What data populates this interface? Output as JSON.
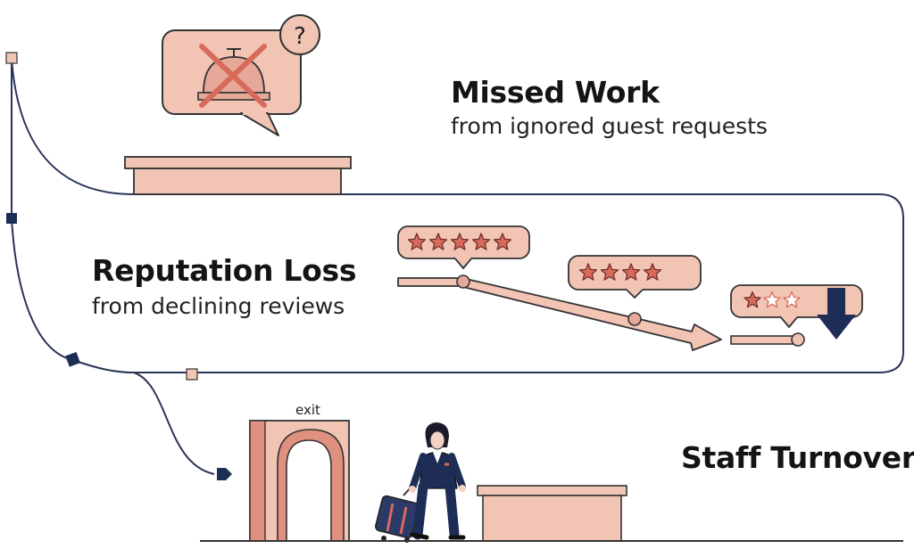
{
  "sections": [
    {
      "title": "Missed Work",
      "subtitle": "from ignored guest requests"
    },
    {
      "title": "Reputation Loss",
      "subtitle": "from declining reviews"
    },
    {
      "title": "Staff Turnover",
      "subtitle": ""
    }
  ],
  "door_label": "exit",
  "question_mark": "?",
  "review_ratings": [
    {
      "filled": 5,
      "total": 5
    },
    {
      "filled": 4,
      "total": 4
    },
    {
      "filled": 1,
      "total": 3
    }
  ],
  "icons": [
    "service-bell-icon",
    "cross-out-icon",
    "question-icon",
    "star-icon",
    "down-arrow-icon",
    "door-icon",
    "employee-icon",
    "suitcase-icon",
    "front-desk-icon"
  ],
  "colors": {
    "salmon": "#f2c4b4",
    "salmon_dark": "#e0907e",
    "red": "#d86a5c",
    "navy": "#1e2d55",
    "line": "#333333"
  }
}
